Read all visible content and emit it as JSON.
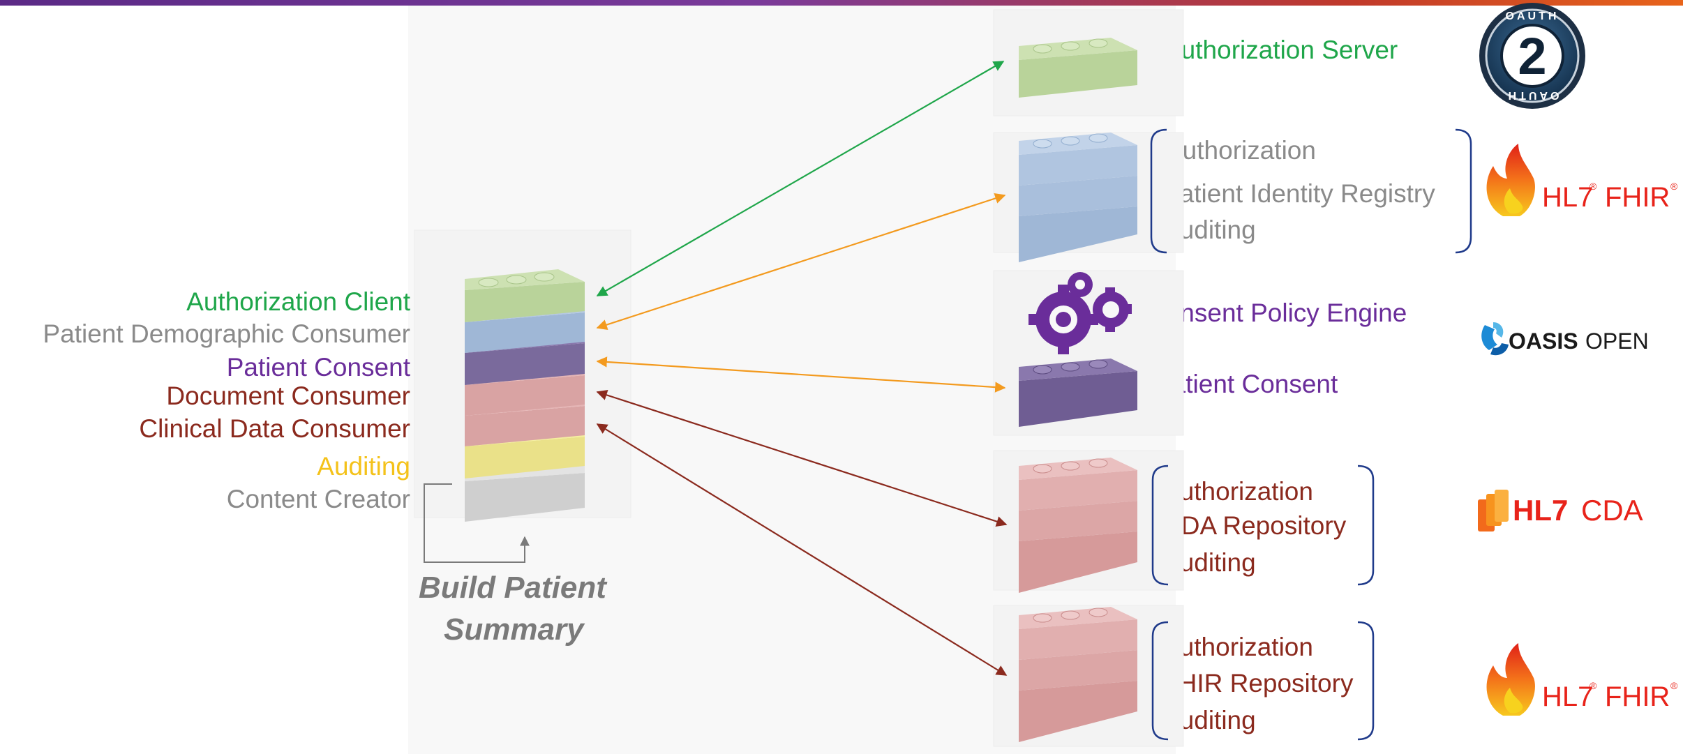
{
  "colors": {
    "green": "#1fa64a",
    "gray": "#8a8a8a",
    "purple": "#6a2d9a",
    "darkred": "#8b2a1e",
    "yellow": "#f4c21a",
    "orange": "#f39a1e",
    "fhir_red": "#e8231a",
    "oasis_blue": "#1d8bd6"
  },
  "left_labels": [
    "Authorization Client",
    "Patient Demographic Consumer",
    "Patient Consent",
    "Document Consumer",
    "Clinical Data Consumer",
    "Auditing",
    "Content Creator"
  ],
  "process_caption": [
    "Build Patient",
    "Summary"
  ],
  "right": {
    "auth_server": "Authorization Server",
    "identity": [
      "Authorization",
      "Patient Identity Registry",
      "Auditing"
    ],
    "consent_engine": "Consent Policy Engine",
    "patient_consent": "Patient Consent",
    "cda": [
      "Authorization",
      "CDA Repository",
      "Auditing"
    ],
    "fhir": [
      "Authorization",
      "FHIR Repository",
      "Auditing"
    ]
  },
  "logos": {
    "oauth_number": "2",
    "oauth_arc": "OAUTH",
    "hl7": "HL7",
    "fhir": "FHIR",
    "oasis": "OASIS",
    "open": "OPEN",
    "cda": "CDA",
    "reg": "®"
  }
}
